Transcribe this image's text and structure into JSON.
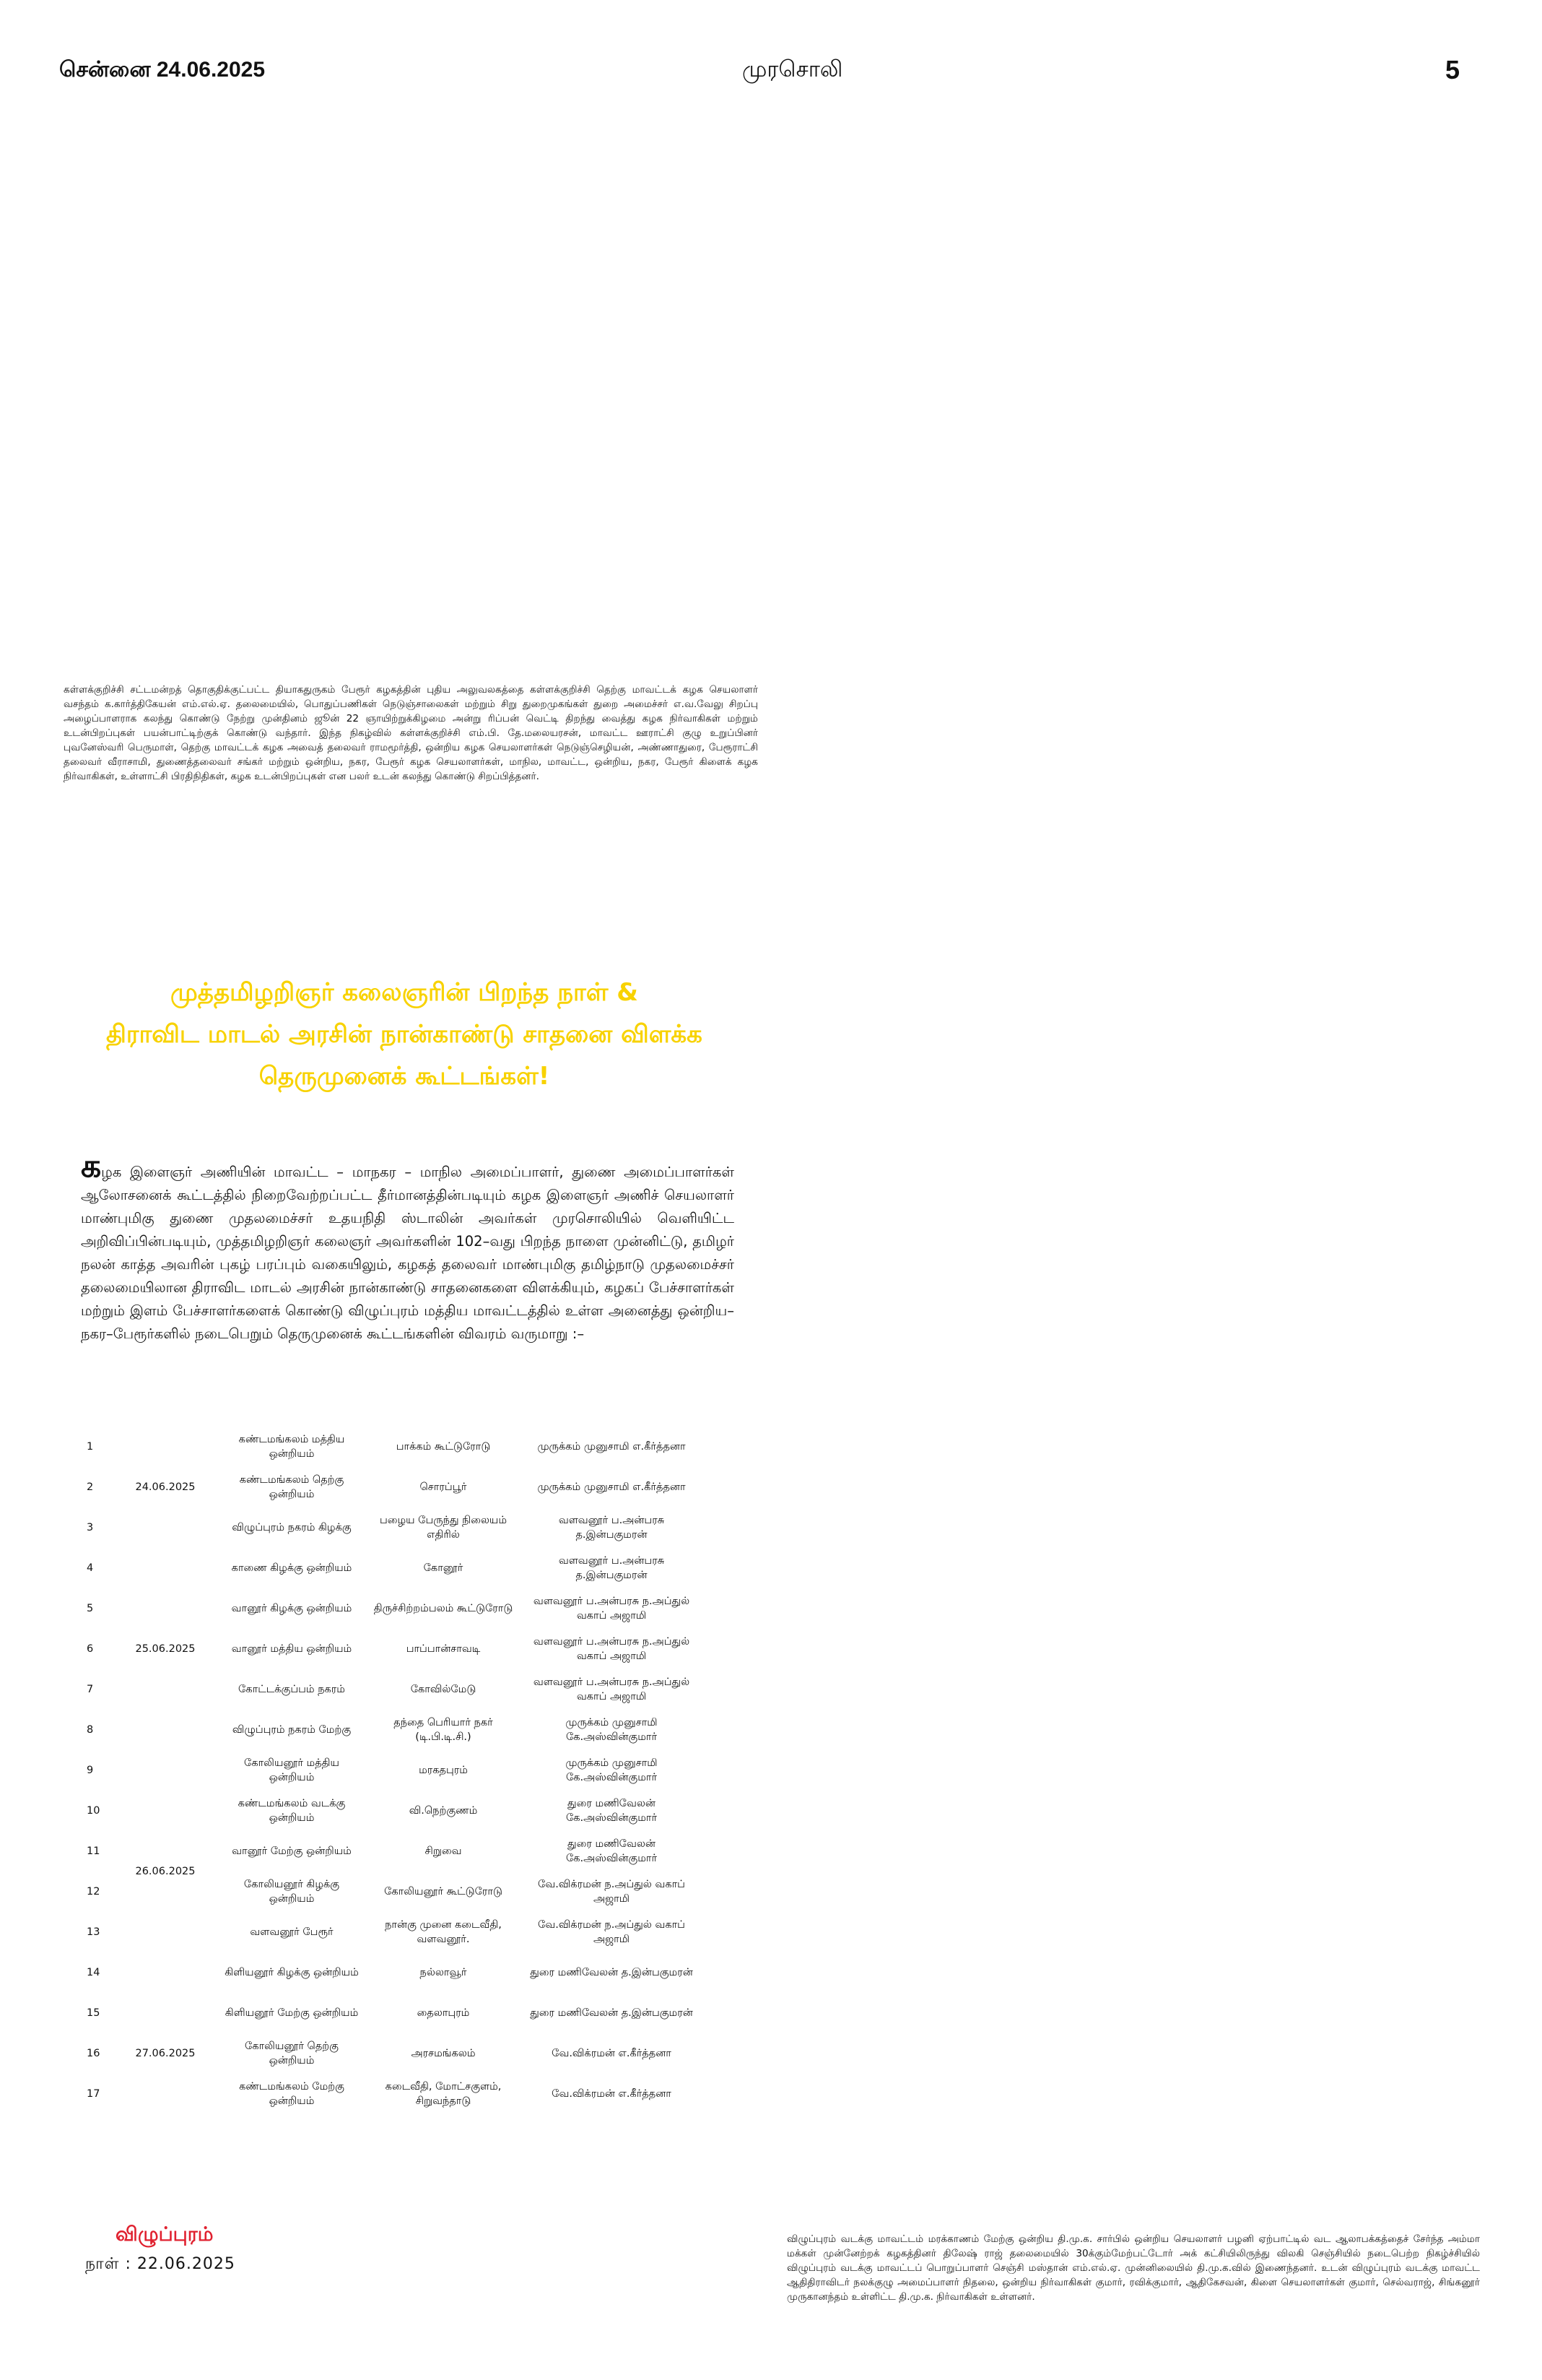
{
  "header": {
    "left": "சென்னை 24.06.2025",
    "center": "முரசொலி",
    "page_number": "5"
  },
  "top_caption": "கள்ளக்குறிச்சி சட்டமன்றத் தொகுதிக்குட்பட்ட தியாகதுருகம் பேரூர் கழகத்தின் புதிய அலுவலகத்தை கள்ளக்குறிச்சி தெற்கு மாவட்டக் கழக செயலாளர் வசந்தம் க.கார்த்திகேயன் எம்.எல்.ஏ. தலைமையில், பொதுப்பணிகள் நெடுஞ்சாலைகள் மற்றும் சிறு துறைமுகங்கள் துறை அமைச்சர் எ.வ.வேலு சிறப்பு அழைப்பாளராக கலந்து கொண்டு நேற்று முன்தினம் ஜூன் 22 ஞாயிற்றுக்கிழமை அன்று ரிப்பன் வெட்டி திறந்து வைத்து கழக நிர்வாகிகள் மற்றும் உடன்பிறப்புகள் பயன்பாட்டிற்குக் கொண்டு வந்தார். இந்த நிகழ்வில் கள்ளக்குறிச்சி எம்.பி. தே.மலையரசன், மாவட்ட ஊராட்சி குழு உறுப்பினர் புவனேஸ்வரி பெருமாள், தெற்கு மாவட்டக் கழக அவைத் தலைவர் ராமமூர்த்தி, ஒன்றிய கழக செயலாளர்கள் நெடுஞ்செழியன், அண்ணாதுரை, பேரூராட்சி தலைவர் வீராசாமி, துணைத்தலைவர் சங்கர் மற்றும் ஒன்றிய, நகர, பேரூர் கழக செயலாளர்கள், மாநில, மாவட்ட, ஒன்றிய, நகர, பேரூர் கிளைக் கழக நிர்வாகிகள், உள்ளாட்சி பிரதிநிதிகள், கழக உடன்பிறப்புகள் என பலர் உடன் கலந்து கொண்டு சிறப்பித்தனர்.",
  "headline": {
    "line1": "முத்தமிழறிஞர் கலைஞரின் பிறந்த நாள் &",
    "line2": "திராவிட மாடல் அரசின் நான்காண்டு சாதனை விளக்க",
    "line3": "தெருமுனைக் கூட்டங்கள்!"
  },
  "intro": {
    "dropcap": "க",
    "text": "ழக இளைஞர் அணியின் மாவட்ட – மாநகர – மாநில அமைப்பாளர், துணை அமைப்பாளர்கள் ஆலோசனைக் கூட்டத்தில் நிறைவேற்றப்பட்ட தீர்மானத்தின்படியும் கழக இளைஞர் அணிச் செயலாளர் மாண்புமிகு துணை முதலமைச்சர் உதயநிதி ஸ்டாலின் அவர்கள் முரசொலியில் வெளியிட்ட அறிவிப்பின்படியும், முத்தமிழறிஞர் கலைஞர் அவர்களின் 102–வது பிறந்த நாளை முன்னிட்டு, தமிழர் நலன் காத்த அவரின் புகழ் பரப்பும் வகையிலும், கழகத் தலைவர் மாண்புமிகு தமிழ்நாடு முதலமைச்சர் தலைமையிலான திராவிட மாடல் அரசின் நான்காண்டு சாதனைகளை விளக்கியும், கழகப் பேச்சாளர்கள் மற்றும் இளம் பேச்சாளர்களைக் கொண்டு விழுப்புரம் மத்திய மாவட்டத்தில் உள்ள அனைத்து ஒன்றிய–நகர–பேரூர்களில் நடைபெறும் தெருமுனைக் கூட்டங்களின் விவரம் வருமாறு :–"
  },
  "schedule": {
    "dates": {
      "d1": "24.06.2025",
      "d2": "25.06.2025",
      "d3": "26.06.2025",
      "d4": "27.06.2025"
    },
    "rows": [
      {
        "no": "1",
        "unit": "கண்டமங்கலம் மத்திய ஒன்றியம்",
        "venue": "பாக்கம் கூட்டுரோடு",
        "speakers": "முருக்கம் முனுசாமி எ.கீர்த்தனா"
      },
      {
        "no": "2",
        "unit": "கண்டமங்கலம் தெற்கு ஒன்றியம்",
        "venue": "சொரப்பூர்",
        "speakers": "முருக்கம் முனுசாமி எ.கீர்த்தனா"
      },
      {
        "no": "3",
        "unit": "விழுப்புரம் நகரம் கிழக்கு",
        "venue": "பழைய பேருந்து நிலையம் எதிரில்",
        "speakers": "வளவனூர் ப.அன்பரசு த.இன்பகுமரன்"
      },
      {
        "no": "4",
        "unit": "காணை கிழக்கு ஒன்றியம்",
        "venue": "கோனூர்",
        "speakers": "வளவனூர் ப.அன்பரசு த.இன்பகுமரன்"
      },
      {
        "no": "5",
        "unit": "வானூர் கிழக்கு ஒன்றியம்",
        "venue": "திருச்சிற்றம்பலம் கூட்டுரோடு",
        "speakers": "வளவனூர் ப.அன்பரசு ந.அப்துல் வகாப் அஜாமி"
      },
      {
        "no": "6",
        "unit": "வானூர் மத்திய ஒன்றியம்",
        "venue": "பாப்பான்சாவடி",
        "speakers": "வளவனூர் ப.அன்பரசு ந.அப்துல் வகாப் அஜாமி"
      },
      {
        "no": "7",
        "unit": "கோட்டக்குப்பம் நகரம்",
        "venue": "கோவில்மேடு",
        "speakers": "வளவனூர் ப.அன்பரசு ந.அப்துல் வகாப் அஜாமி"
      },
      {
        "no": "8",
        "unit": "விழுப்புரம் நகரம் மேற்கு",
        "venue": "தந்தை பெரியார் நகர் (டி.பி.டி.சி.)",
        "speakers": "முருக்கம் முனுசாமி கே.அஸ்வின்குமார்"
      },
      {
        "no": "9",
        "unit": "கோலியனூர் மத்திய ஒன்றியம்",
        "venue": "மரகதபுரம்",
        "speakers": "முருக்கம் முனுசாமி கே.அஸ்வின்குமார்"
      },
      {
        "no": "10",
        "unit": "கண்டமங்கலம் வடக்கு ஒன்றியம்",
        "venue": "வி.நெற்குணம்",
        "speakers": "துரை மணிவேலன் கே.அஸ்வின்குமார்"
      },
      {
        "no": "11",
        "unit": "வானூர் மேற்கு ஒன்றியம்",
        "venue": "சிறுவை",
        "speakers": "துரை மணிவேலன் கே.அஸ்வின்குமார்"
      },
      {
        "no": "12",
        "unit": "கோலியனூர் கிழக்கு ஒன்றியம்",
        "venue": "கோலியனூர் கூட்டுரோடு",
        "speakers": "வே.விக்ரமன் ந.அப்துல் வகாப் அஜாமி"
      },
      {
        "no": "13",
        "unit": "வளவனூர் பேரூர்",
        "venue": "நான்கு முனை கடைவீதி, வளவனூர்.",
        "speakers": "வே.விக்ரமன் ந.அப்துல் வகாப் அஜாமி"
      },
      {
        "no": "14",
        "unit": "கிளியனூர் கிழக்கு ஒன்றியம்",
        "venue": "நல்லாவூர்",
        "speakers": "துரை மணிவேலன் த.இன்பகுமரன்"
      },
      {
        "no": "15",
        "unit": "கிளியனூர் மேற்கு ஒன்றியம்",
        "venue": "தைலாபுரம்",
        "speakers": "துரை மணிவேலன் த.இன்பகுமரன்"
      },
      {
        "no": "16",
        "unit": "கோலியனூர் தெற்கு ஒன்றியம்",
        "venue": "அரசமங்கலம்",
        "speakers": "வே.விக்ரமன் எ.கீர்த்தனா"
      },
      {
        "no": "17",
        "unit": "கண்டமங்கலம் மேற்கு ஒன்றியம்",
        "venue": "கடைவீதி, மோட்சகுளம், சிறுவந்தாடு",
        "speakers": "வே.விக்ரமன் எ.கீர்த்தனா"
      }
    ]
  },
  "place": "விழுப்புரம்",
  "dateline": "நாள் : 22.06.2025",
  "bottom_caption": "விழுப்புரம் வடக்கு மாவட்டம் மரக்காணம் மேற்கு ஒன்றிய தி.மு.க. சார்பில் ஒன்றிய செயலாளர் பழனி ஏற்பாட்டில் வட ஆலாபக்கத்தைச் சேர்ந்த அம்மா மக்கள் முன்னேற்றக் கழகத்தினர் திலேஷ் ராஜ் தலைமையில் 30க்கும்மேற்பட்டோர் அக் கட்சியிலிருந்து விலகி செஞ்சியில் நடைபெற்ற நிகழ்ச்சியில் விழுப்புரம் வடக்கு மாவட்டப் பொறுப்பாளர் செஞ்சி மஸ்தான் எம்.எல்.ஏ. முன்னிலையில் தி.மு.க.வில் இணைந்தனர். உடன் விழுப்புரம் வடக்கு மாவட்ட ஆதிதிராவிடர் நலக்குழு அமைப்பாளர் நிதலை, ஒன்றிய நிர்வாகிகள் குமார், ரவிக்குமார், ஆதிகேசவன், கிளை செயலாளர்கள் குமார், செல்வராஜ், சிங்கனூர் முருகானந்தம் உள்ளிட்ட தி.மு.க. நிர்வாகிகள் உள்ளனர்."
}
